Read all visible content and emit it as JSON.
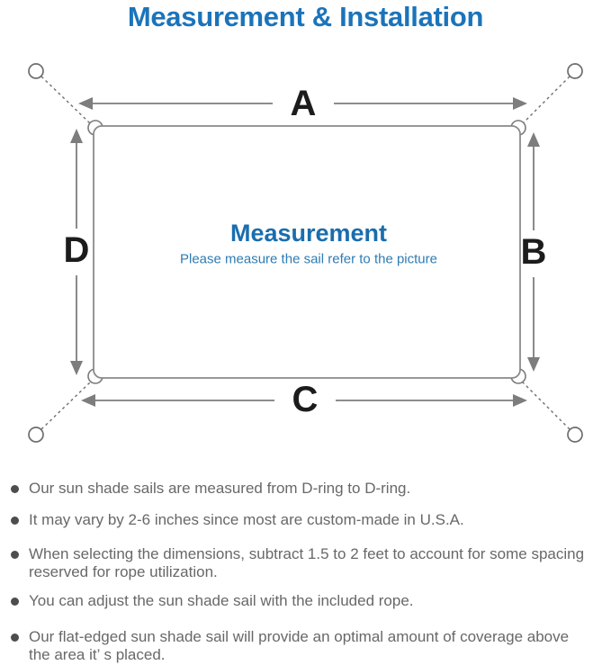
{
  "title": "Measurement & Installation",
  "diagram": {
    "dimension_labels": {
      "top": "A",
      "right": "B",
      "bottom": "C",
      "left": "D"
    },
    "center_title": "Measurement",
    "center_subtitle": "Please measure the sail refer to the picture"
  },
  "colors": {
    "title_blue": "#1b74ba",
    "center_title_blue": "#1a6dae",
    "center_subtitle_blue": "#2e7cb4",
    "dimension_line_gray": "#7d7d7d",
    "dimension_label_black": "#1c1c1c",
    "note_text_gray": "#686868",
    "bullet_dot_gray": "#4d4d4d"
  },
  "notes": [
    {
      "lines": [
        "Our sun shade sails are measured from D-ring to D-ring."
      ]
    },
    {
      "lines": [
        "It may vary by 2-6 inches since most are custom-made in U.S.A."
      ]
    },
    {
      "lines": [
        "When selecting the dimensions, subtract 1.5 to 2 feet to account for some spacing",
        "reserved for rope utilization."
      ]
    },
    {
      "lines": [
        "You can adjust the sun shade sail with the included rope."
      ]
    },
    {
      "lines": [
        "Our flat-edged sun shade sail will provide an optimal amount of coverage above",
        "the area it’ s placed."
      ]
    }
  ]
}
